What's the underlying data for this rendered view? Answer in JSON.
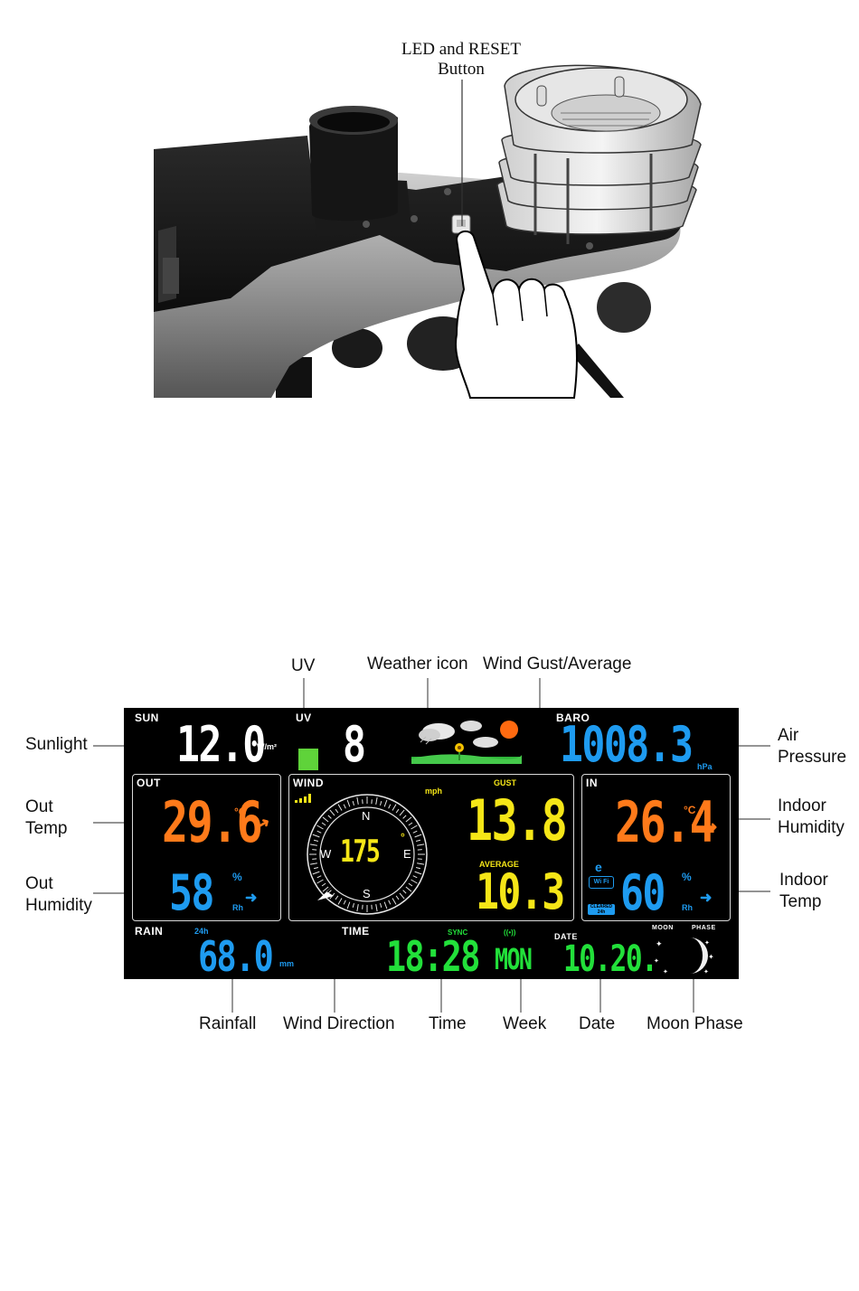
{
  "sensor_illustration": {
    "callout_line1": "LED and RESET",
    "callout_line2": "Button"
  },
  "display": {
    "sun": {
      "label": "SUN",
      "value": "12.0",
      "unit": "W/m²"
    },
    "uv": {
      "label": "UV",
      "value": "8"
    },
    "baro": {
      "label": "BARO",
      "value": "1008.3",
      "unit": "hPa"
    },
    "out": {
      "label": "OUT",
      "temp_value": "29.6",
      "temp_unit": "°C",
      "humidity_value": "58",
      "humidity_unit": "%",
      "humidity_sub": "Rh"
    },
    "wind": {
      "label": "WIND",
      "unit": "mph",
      "gust_label": "GUST",
      "gust_value": "13.8",
      "average_label": "AVERAGE",
      "average_value": "10.3",
      "direction_value": "175",
      "direction_deg": 175,
      "compass": {
        "n": "N",
        "e": "E",
        "s": "S",
        "w": "W"
      }
    },
    "in": {
      "label": "IN",
      "temp_value": "26.4",
      "temp_unit": "°C",
      "humidity_value": "60",
      "humidity_unit": "%",
      "humidity_sub": "Rh",
      "wifi_label": "Wi Fi",
      "cleared_label": "CLEARED 24h"
    },
    "rain": {
      "label": "RAIN",
      "period": "24h",
      "value": "68.0",
      "unit": "mm"
    },
    "time": {
      "label": "TIME",
      "sync_label": "SYNC",
      "value": "18:28"
    },
    "week": {
      "value": "MON"
    },
    "date": {
      "label": "DATE",
      "value": "10.20."
    },
    "moon": {
      "label": "MOON",
      "phase_label": "PHASE"
    }
  },
  "annotations": {
    "uv": "UV",
    "weather_icon": "Weather icon",
    "wind_gust_average": "Wind Gust/Average",
    "sunlight": "Sunlight",
    "air_pressure_1": "Air",
    "air_pressure_2": "Pressure",
    "out_temp_1": "Out",
    "out_temp_2": "Temp",
    "out_humidity_1": "Out",
    "out_humidity_2": "Humidity",
    "indoor_humidity_1": "Indoor",
    "indoor_humidity_2": "Humidity",
    "indoor_temp_1": "Indoor",
    "indoor_temp_2": "Temp",
    "rainfall": "Rainfall",
    "wind_direction": "Wind Direction",
    "time": "Time",
    "week": "Week",
    "date": "Date",
    "moon_phase": "Moon Phase"
  },
  "colors": {
    "display_bg": "#000000",
    "orange": "#ff7a1a",
    "blue": "#1e9bf0",
    "yellow": "#f5e617",
    "green": "#22e03a",
    "uv_bar": "#5fd33a"
  }
}
